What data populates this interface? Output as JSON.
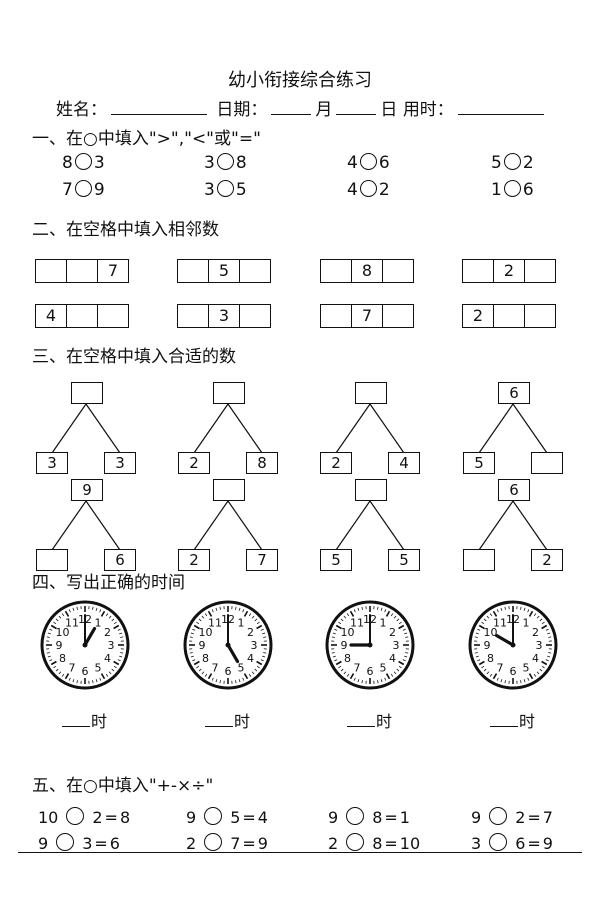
{
  "title": "幼小衔接综合练习",
  "header": {
    "name_label": "姓名：",
    "date_label": "日期：",
    "month": "月",
    "day": "日",
    "time_label": "用时："
  },
  "sections": {
    "s1": {
      "label": "一、在○中填入\">\",\"<\"或\"=\"",
      "items": [
        {
          "a": "8",
          "b": "3"
        },
        {
          "a": "3",
          "b": "8"
        },
        {
          "a": "4",
          "b": "6"
        },
        {
          "a": "5",
          "b": "2"
        },
        {
          "a": "7",
          "b": "9"
        },
        {
          "a": "3",
          "b": "5"
        },
        {
          "a": "4",
          "b": "2"
        },
        {
          "a": "1",
          "b": "6"
        }
      ]
    },
    "s2": {
      "label": "二、在空格中填入相邻数",
      "items": [
        [
          "",
          "",
          "7"
        ],
        [
          "",
          "5",
          ""
        ],
        [
          "",
          "8",
          ""
        ],
        [
          "",
          "2",
          ""
        ],
        [
          "4",
          "",
          ""
        ],
        [
          "",
          "3",
          ""
        ],
        [
          "",
          "7",
          ""
        ],
        [
          "2",
          "",
          ""
        ]
      ]
    },
    "s3": {
      "label": "三、在空格中填入合适的数",
      "items": [
        {
          "top": "",
          "left": "3",
          "right": "3"
        },
        {
          "top": "",
          "left": "2",
          "right": "8"
        },
        {
          "top": "",
          "left": "2",
          "right": "4"
        },
        {
          "top": "6",
          "left": "5",
          "right": ""
        },
        {
          "top": "9",
          "left": "",
          "right": "6"
        },
        {
          "top": "",
          "left": "2",
          "right": "7"
        },
        {
          "top": "",
          "left": "5",
          "right": "5"
        },
        {
          "top": "6",
          "left": "",
          "right": "2"
        }
      ]
    },
    "s4": {
      "label": "四、写出正确的时间",
      "clock_numbers": [
        "12",
        "1",
        "2",
        "3",
        "4",
        "5",
        "6",
        "7",
        "8",
        "9",
        "10",
        "11"
      ],
      "clocks": [
        {
          "hour": 1
        },
        {
          "hour": 5
        },
        {
          "hour": 9
        },
        {
          "hour": 10
        }
      ],
      "answer_suffix": "时"
    },
    "s5": {
      "label": "五、在○中填入\"+-×÷\"",
      "items": [
        {
          "a": "10",
          "b": "2",
          "r": "8"
        },
        {
          "a": "9",
          "b": "5",
          "r": "4"
        },
        {
          "a": "9",
          "b": "8",
          "r": "1"
        },
        {
          "a": "9",
          "b": "2",
          "r": "7"
        },
        {
          "a": "9",
          "b": "3",
          "r": "6"
        },
        {
          "a": "2",
          "b": "7",
          "r": "9"
        },
        {
          "a": "2",
          "b": "8",
          "r": "10"
        },
        {
          "a": "3",
          "b": "6",
          "r": "9"
        }
      ]
    }
  }
}
